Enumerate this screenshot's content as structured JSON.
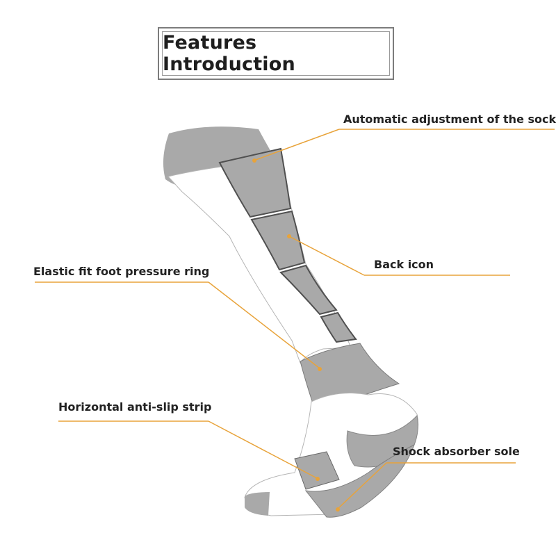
{
  "title": "Features Introduction",
  "labels": {
    "adjustment": "Automatic adjustment of the sock",
    "back_icon": "Back icon",
    "pressure_ring": "Elastic fit foot pressure ring",
    "anti_slip": "Horizontal anti-slip strip",
    "sole": "Shock absorber sole"
  },
  "colors": {
    "sock_gray": "#a9a9a9",
    "sock_white": "#ffffff",
    "outline_dark": "#555555",
    "leader_line": "#e8a33a"
  }
}
